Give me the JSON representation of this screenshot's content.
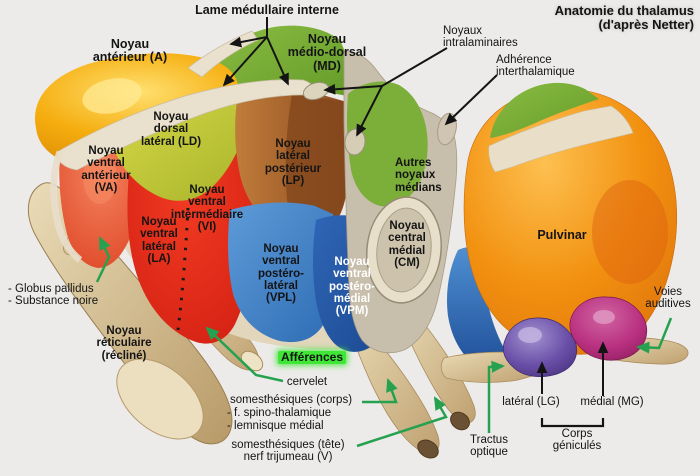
{
  "title": [
    "Anatomie du thalamus",
    "(d'après Netter)"
  ],
  "labels": {
    "lame_medullaire": "Lame médullaire interne",
    "noyau_anterieur": [
      "Noyau",
      "antérieur (A)"
    ],
    "noyau_medio_dorsal": [
      "Noyau",
      "médio-dorsal",
      "(MD)"
    ],
    "noyaux_intralaminaires": [
      "Noyaux",
      "intralaminaires"
    ],
    "adherence_interthalamique": [
      "Adhérence",
      "interthalamique"
    ],
    "noyau_dorsal_lateral": [
      "Noyau",
      "dorsal",
      "latéral (LD)"
    ],
    "noyau_ventral_anterieur": [
      "Noyau",
      "ventral",
      "antérieur",
      "(VA)"
    ],
    "noyau_lateral_posterieur": [
      "Noyau",
      "latéral",
      "postérieur",
      "(LP)"
    ],
    "noyau_ventral_intermediaire": [
      "Noyau",
      "ventral",
      "intermédiaire",
      "(VI)"
    ],
    "noyau_ventral_lateral": [
      "Noyau",
      "ventral",
      "latéral",
      "(LA)"
    ],
    "noyau_ventral_postero_lateral": [
      "Noyau",
      "ventral",
      "postéro-",
      "latéral",
      "(VPL)"
    ],
    "noyau_ventral_postero_medial": [
      "Noyau",
      "ventral",
      "postéro-",
      "médial",
      "(VPM)"
    ],
    "autres_noyaux_medians": [
      "Autres",
      "noyaux",
      "médians"
    ],
    "noyau_central_medial": [
      "Noyau",
      "central",
      "médial",
      "(CM)"
    ],
    "pulvinar": "Pulvinar",
    "globus_pallidus_substance_noire": [
      "- Globus pallidus",
      "- Substance noire"
    ],
    "noyau_reticulaire": [
      "Noyau",
      "réticulaire",
      "(récliné)"
    ],
    "afferences": "Afférences",
    "cervelet": "cervelet",
    "somesthesiques_corps": "somesthésiques (corps)",
    "f_spino_thalamique": "- f. spino-thalamique",
    "lemnisque_medial": "- lemnisque médial",
    "somesthesiques_tete": [
      "somesthésiques (tête)",
      "nerf trijumeau (V)"
    ],
    "tractus_optique": [
      "Tractus",
      "optique"
    ],
    "corps_genicule_lateral": "latéral (LG)",
    "corps_genicule_medial": "médial (MG)",
    "corps_genicules": [
      "Corps",
      "géniculés"
    ],
    "voies_auditives": [
      "Voies",
      "auditives"
    ]
  },
  "palette": {
    "background": "#edebe9",
    "anterior_yellow": "#f2a90c",
    "md_green": "#74a630",
    "ld_yellow_green": "#c6cb35",
    "va_red_orange": "#e4532f",
    "la_red": "#e01f14",
    "lp_brown": "#a5622a",
    "vpl_blue": "#3f83c8",
    "vpm_blue": "#2257a8",
    "pulvinar_orange": "#f29110",
    "lg_purple": "#6a4fa8",
    "mg_magenta": "#b93080",
    "reticular_tan": "#d8c296",
    "lamina_cream": "#e9e0cd",
    "medial_gray": "#c8beac",
    "arrow_black": "#141414",
    "afference_arrow_green": "#25a14f",
    "afference_highlight_green": "#3fe636",
    "vpm_label_white": "#ffffff"
  }
}
